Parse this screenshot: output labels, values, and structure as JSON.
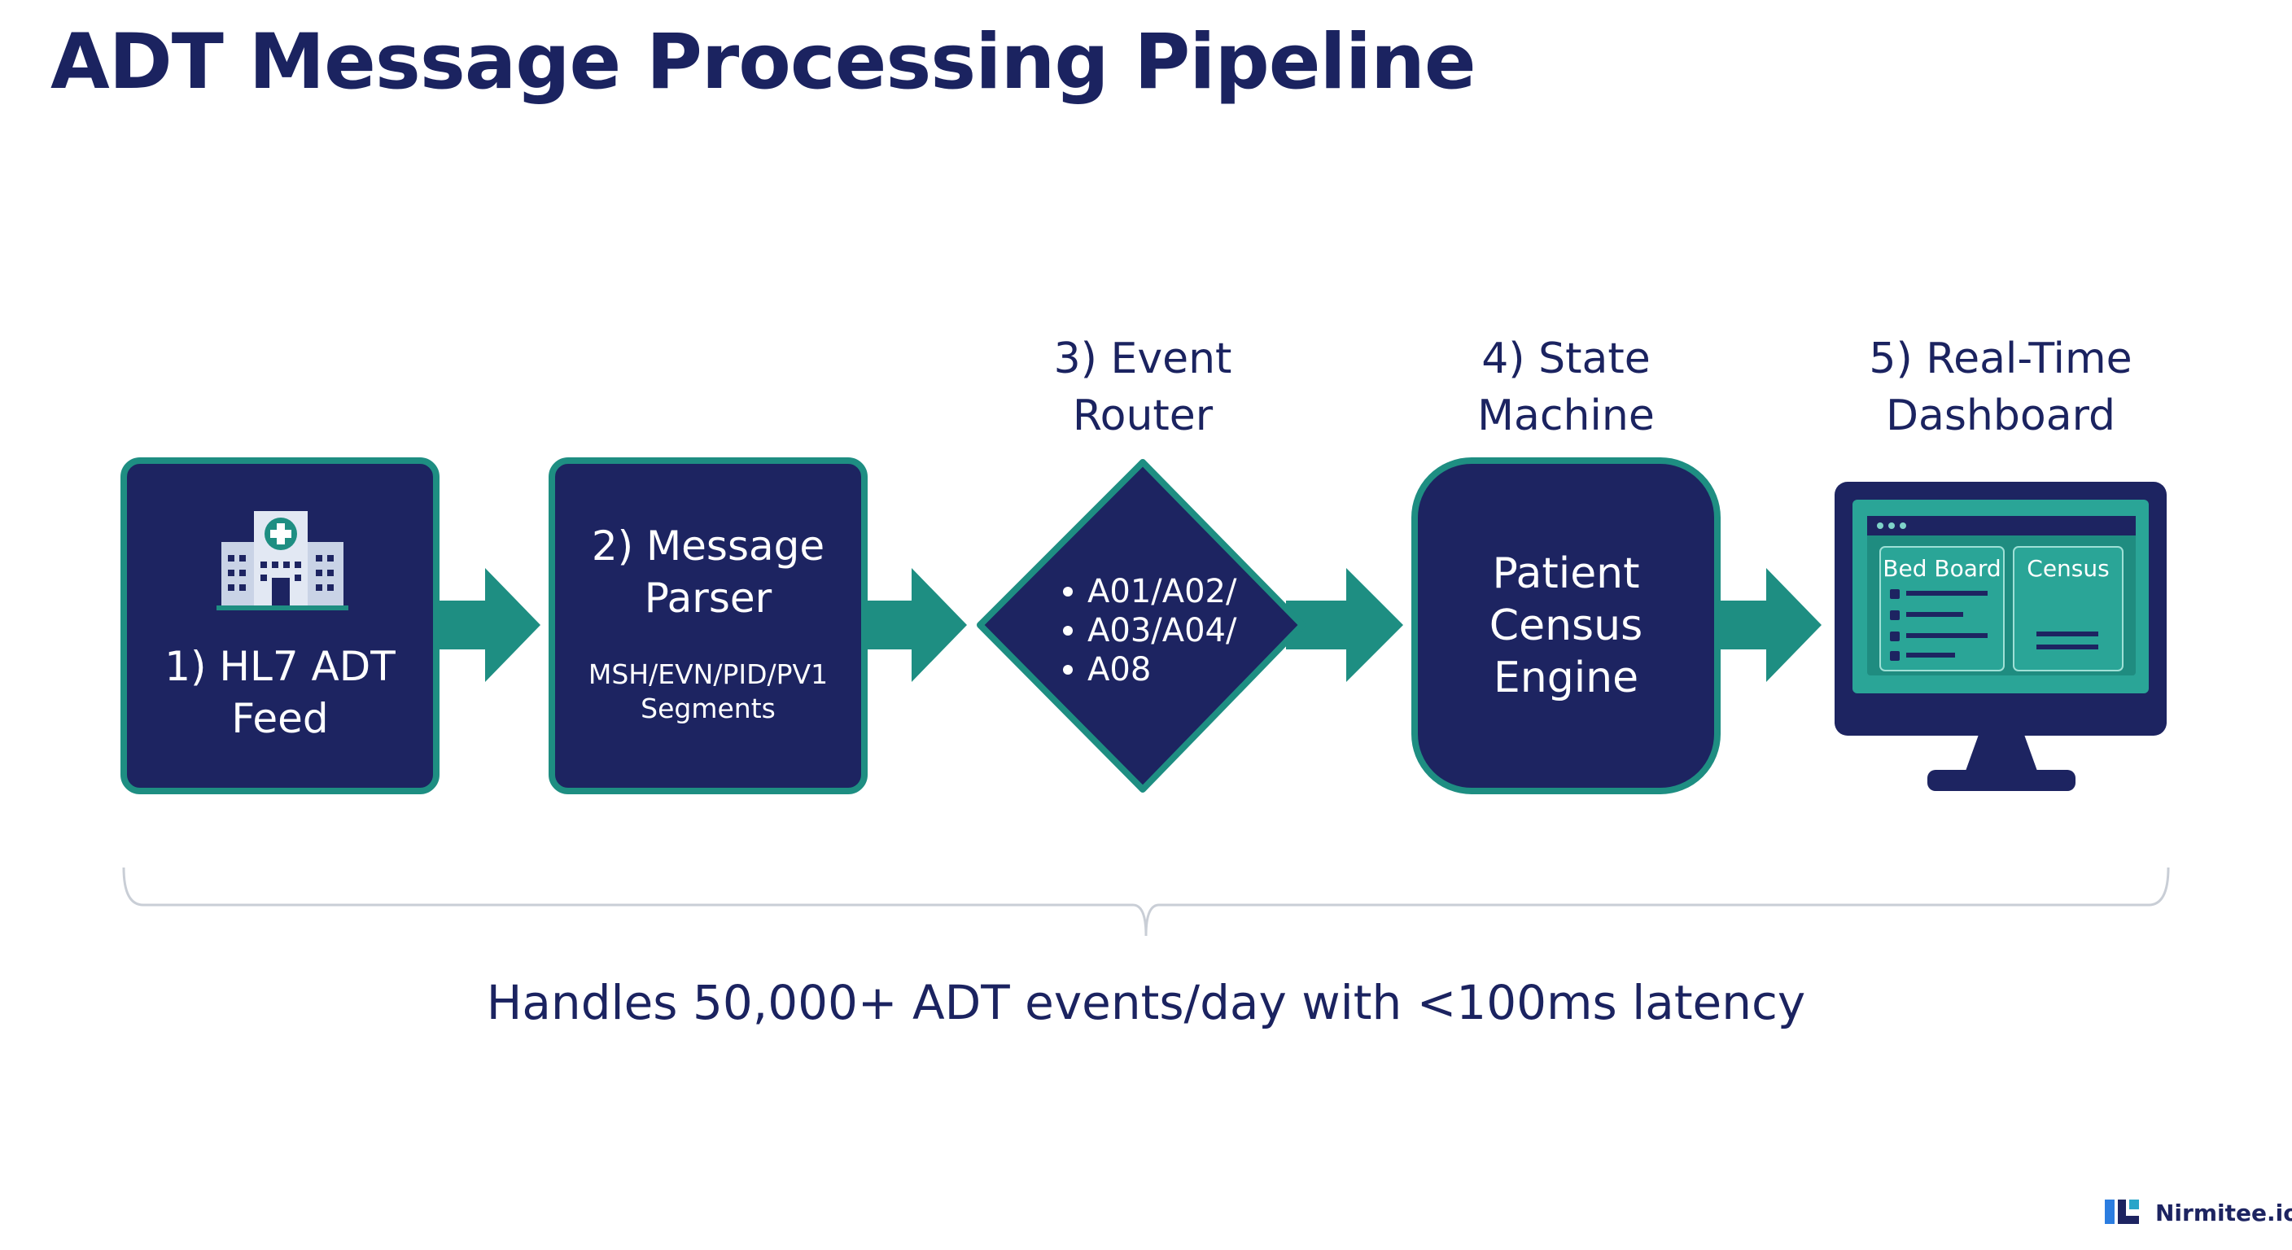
{
  "title": "ADT Message Processing Pipeline",
  "colors": {
    "navy": "#1d2461",
    "teal": "#1e8e82",
    "title_text": "#1b2360",
    "screen_teal": "#2aa597",
    "muted_line": "#c9ced6"
  },
  "steps": [
    {
      "id": "step1",
      "icon": "hospital-icon",
      "label_lines": [
        "1) HL7 ADT",
        "Feed"
      ]
    },
    {
      "id": "step2",
      "label_lines": [
        "2) Message",
        "Parser"
      ],
      "sub_lines": [
        "MSH/EVN/PID/PV1",
        "Segments"
      ]
    },
    {
      "id": "step3",
      "caption_lines": [
        "3) Event",
        "Router"
      ],
      "bullets": [
        "A01/A02/",
        "A03/A04/",
        "A08"
      ]
    },
    {
      "id": "step4",
      "caption_lines": [
        "4) State",
        "Machine"
      ],
      "label_lines": [
        "Patient",
        "Census",
        "Engine"
      ]
    },
    {
      "id": "step5",
      "icon": "monitor-icon",
      "caption_lines": [
        "5) Real-Time",
        "Dashboard"
      ],
      "panels": [
        "Bed Board",
        "Census"
      ]
    }
  ],
  "summary": "Handles 50,000+ ADT events/day with <100ms latency",
  "brand": "Nirmitee.io"
}
